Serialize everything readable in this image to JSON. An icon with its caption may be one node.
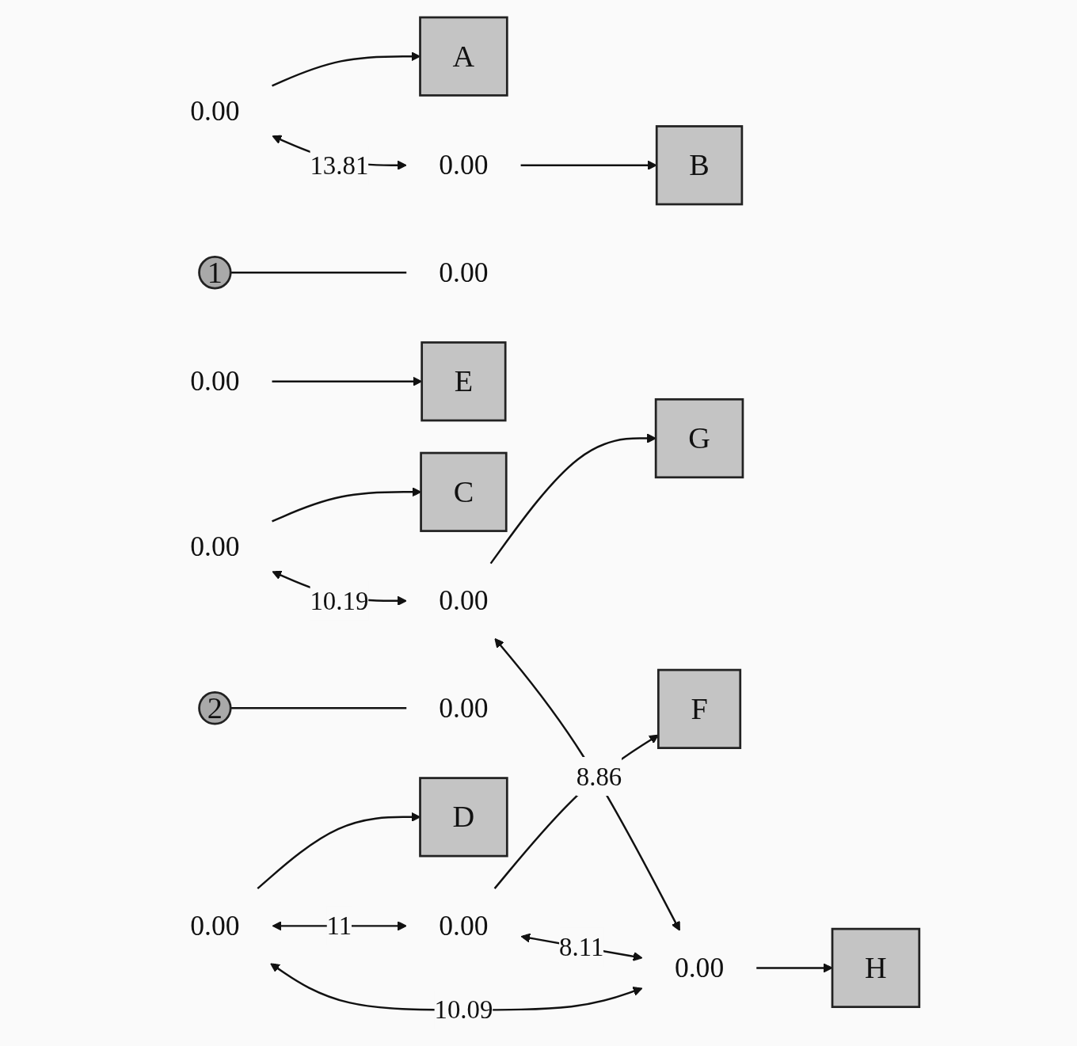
{
  "diagram": {
    "nodes": [
      {
        "text": [
          "0.00"
        ]
      },
      {
        "text": [
          "A"
        ]
      },
      {
        "text": [
          "0.00"
        ]
      },
      {
        "text": [
          "B"
        ]
      },
      {
        "text": [
          "1"
        ]
      },
      {
        "text": [
          "0.00"
        ]
      },
      {
        "text": [
          "0.00"
        ]
      },
      {
        "text": [
          "C"
        ]
      },
      {
        "text": [
          "0.00"
        ]
      },
      {
        "text": [
          "D"
        ]
      },
      {
        "text": [
          "0.00"
        ]
      },
      {
        "text": [
          "E"
        ]
      },
      {
        "text": [
          "2"
        ]
      },
      {
        "text": [
          "0.00"
        ]
      },
      {
        "text": [
          "0.00"
        ]
      },
      {
        "text": [
          "F"
        ]
      },
      {
        "text": [
          "0.00"
        ]
      },
      {
        "text": [
          "G"
        ]
      },
      {
        "text": [
          "0.00"
        ]
      },
      {
        "text": [
          "H"
        ]
      }
    ],
    "edges": [
      {
        "from": 0,
        "to": 1,
        "arrow": "to"
      },
      {
        "from": 2,
        "to": 3,
        "arrow": "to"
      },
      {
        "from": 4,
        "to": 5,
        "arrow": "none"
      },
      {
        "from": 6,
        "to": 7,
        "arrow": "to"
      },
      {
        "from": 8,
        "to": 9,
        "arrow": "to"
      },
      {
        "from": 10,
        "to": 11,
        "arrow": "to"
      },
      {
        "from": 12,
        "to": 13,
        "arrow": "none"
      },
      {
        "from": 14,
        "to": 15,
        "arrow": "to"
      },
      {
        "from": 16,
        "to": 17,
        "arrow": "to"
      },
      {
        "from": 18,
        "to": 19,
        "arrow": "to"
      },
      {
        "from": 0,
        "to": 2,
        "label": "13.81",
        "arrow": "both"
      },
      {
        "from": 6,
        "to": 16,
        "label": "10.19",
        "arrow": "both"
      },
      {
        "from": 8,
        "to": 14,
        "label": "11",
        "arrow": "both"
      },
      {
        "from": 8,
        "to": 18,
        "label": "10.09",
        "arrow": "both"
      },
      {
        "from": 14,
        "to": 18,
        "label": "8.11",
        "arrow": "both"
      },
      {
        "from": 16,
        "to": 18,
        "label": "8.86",
        "arrow": "both"
      }
    ]
  }
}
